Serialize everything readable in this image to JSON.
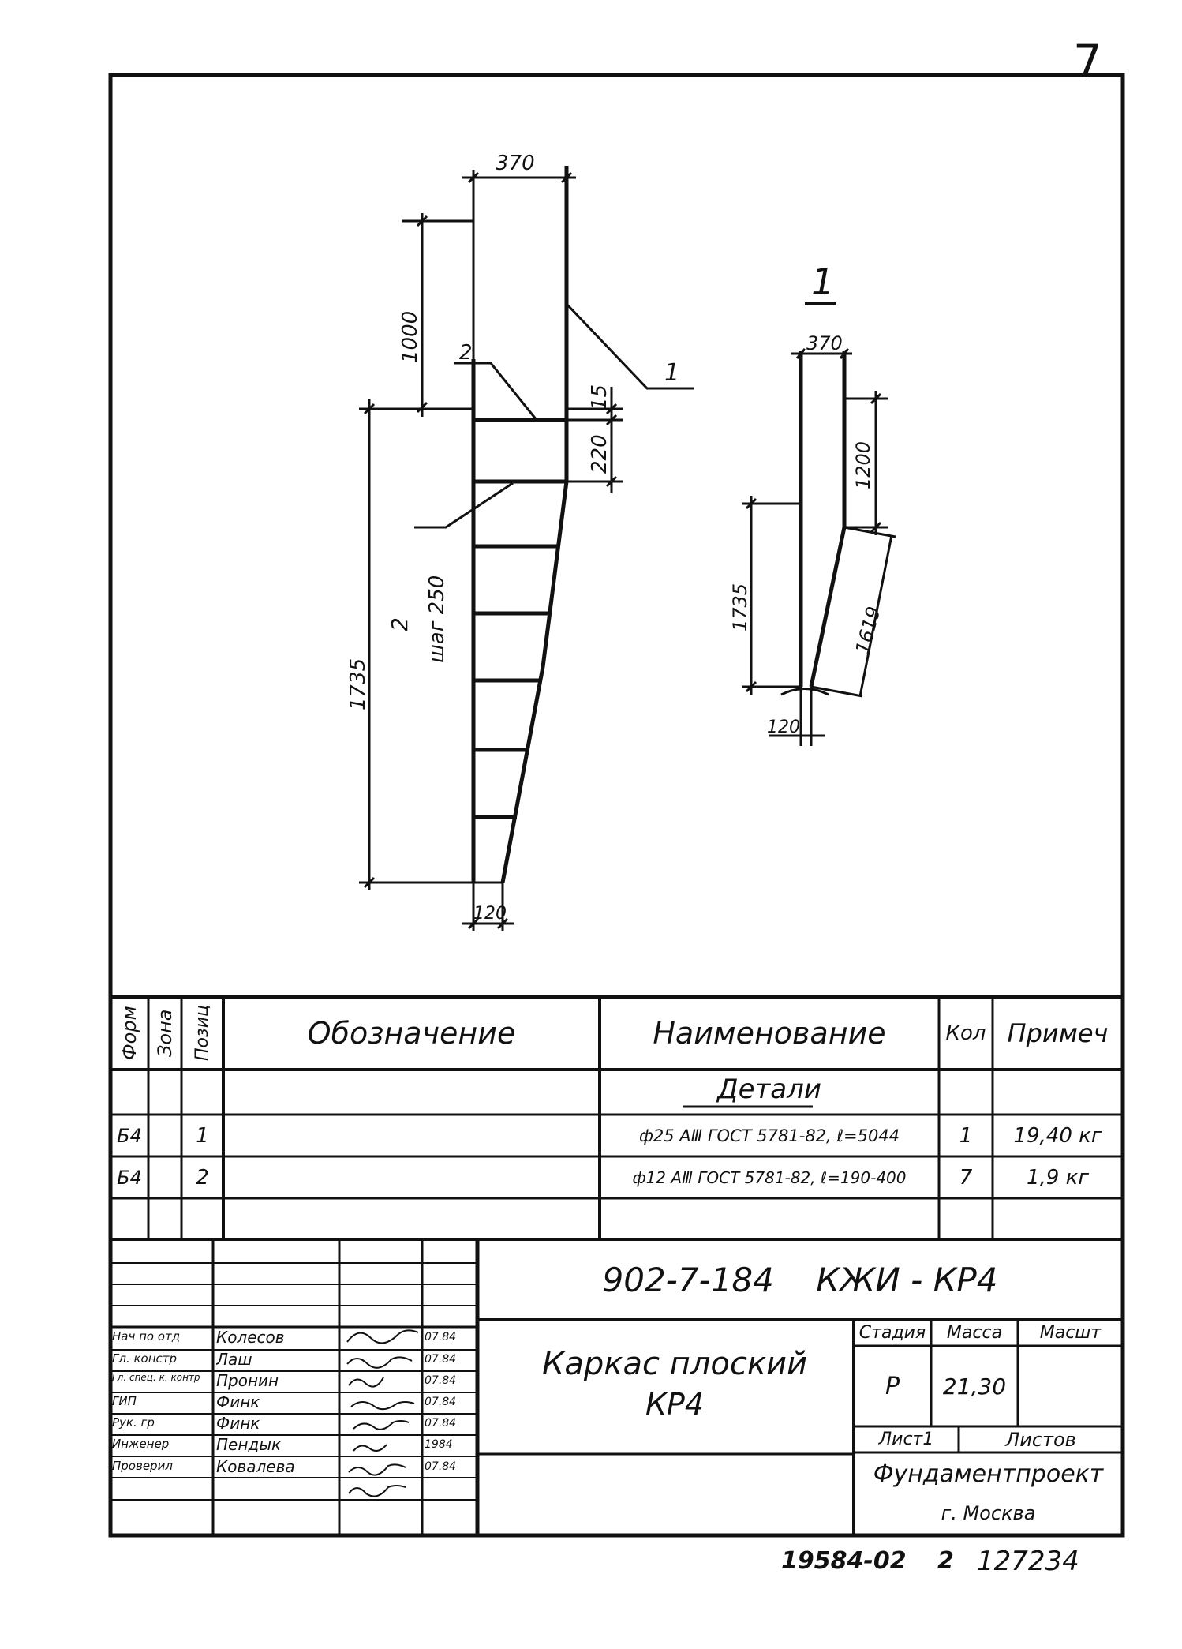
{
  "page_number": "7",
  "drawing": {
    "section_mark": "1",
    "main_view": {
      "dims": {
        "top_width": "370",
        "upper_height": "1000",
        "small_gap": "15",
        "first_step": "220",
        "total_height": "1735",
        "bottom_width": "120"
      },
      "callouts": {
        "pos1": "1",
        "pos2_top": "2",
        "pos2_bottom": "2",
        "pos2_step": "шаг 250"
      }
    },
    "section_view": {
      "dims": {
        "top_width": "370",
        "height_1200": "1200",
        "height_1735": "1735",
        "length_1619": "1619",
        "bottom_120": "120"
      }
    }
  },
  "spec_table": {
    "headers": {
      "format": "Форм",
      "zone": "Зона",
      "position": "Позиц",
      "designation": "Обозначение",
      "name": "Наименование",
      "qty": "Кол",
      "note": "Примеч"
    },
    "section_title": "Детали",
    "rows": [
      {
        "format": "Б4",
        "position": "1",
        "name": "ф25 АⅢ ГОСТ 5781-82, ℓ=5044",
        "qty": "1",
        "note": "19,40 кг"
      },
      {
        "format": "Б4",
        "position": "2",
        "name": "ф12 АⅢ ГОСТ 5781-82, ℓ=190-400",
        "qty": "7",
        "note": "1,9 кг"
      }
    ]
  },
  "title_block": {
    "code": "902-7-184    КЖИ - КР4",
    "title_line1": "Каркас плоский",
    "title_line2": "КР4",
    "stage_label": "Стадия",
    "mass_label": "Масса",
    "scale_label": "Масшт",
    "stage_value": "Р",
    "mass_value": "21,30",
    "sheet_label": "Лист1",
    "sheets_label": "Листов",
    "org_line1": "Фундаментпроект",
    "org_line2": "г. Москва",
    "signers": [
      {
        "role": "Нач по отд",
        "name": "Колесов",
        "date": "07.84"
      },
      {
        "role": "Гл. констр",
        "name": "Лаш",
        "date": "07.84"
      },
      {
        "role": "Гл. спец. к. контр",
        "name": "Пронин",
        "date": "07.84"
      },
      {
        "role": "ГИП",
        "name": "Финк",
        "date": "07.84"
      },
      {
        "role": "Рук. гр",
        "name": "Финк",
        "date": "07.84"
      },
      {
        "role": "Инженер",
        "name": "Пендык",
        "date": "1984"
      },
      {
        "role": "Проверил",
        "name": "Ковалева",
        "date": "07.84"
      }
    ]
  },
  "footer": {
    "archive_number": "19584-02",
    "copy_mark": "2",
    "inventory": "127234"
  }
}
